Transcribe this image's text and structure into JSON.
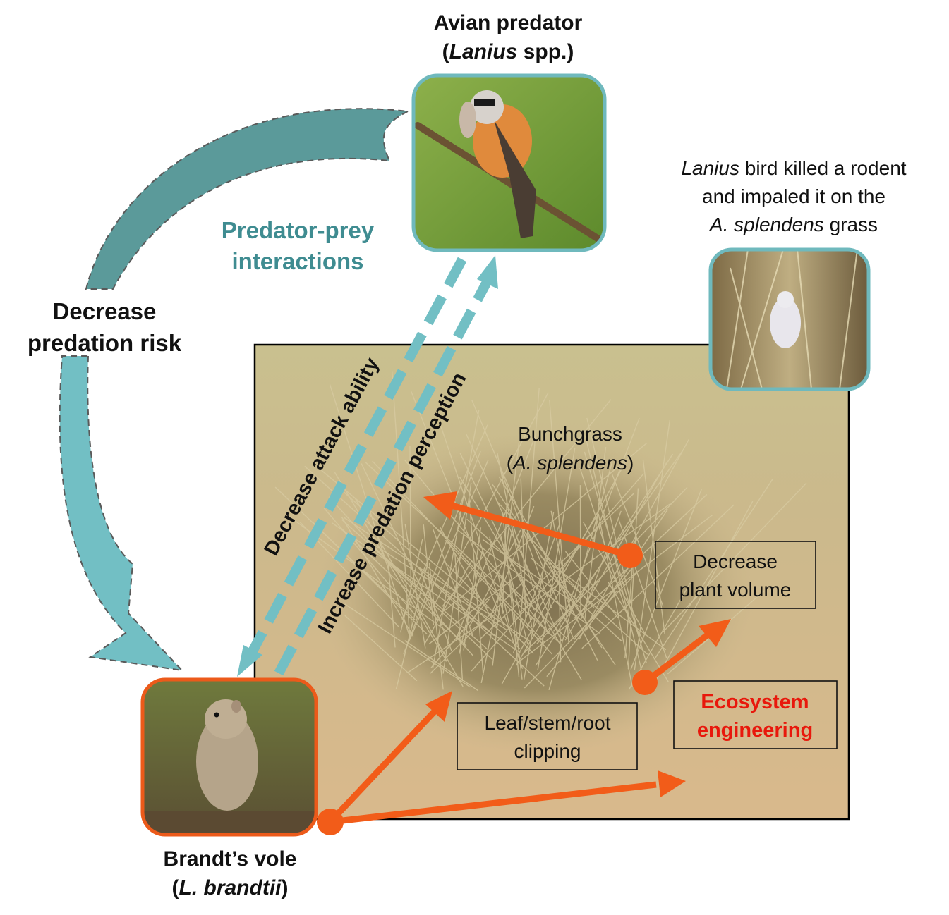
{
  "predator": {
    "title": "Avian predator",
    "genus": "Lanius",
    "suffix": " spp.)",
    "photo_icon": "shrike-with-prey-photo"
  },
  "prey": {
    "title": "Brandt’s vole",
    "species": "L. brandtii",
    "photo_icon": "vole-photo"
  },
  "impaled": {
    "line1_genus": "Lanius",
    "line1_rest": " bird killed a rodent",
    "line2": "and impaled it on the",
    "line3_species": "A. splendens",
    "line3_rest": " grass",
    "photo_icon": "impaled-rodent-photo"
  },
  "bunchgrass": {
    "line1": "Bunchgrass",
    "species": "A. splendens"
  },
  "labels": {
    "predator_prey_1": "Predator-prey",
    "predator_prey_2": "interactions",
    "decrease_risk_1": "Decrease",
    "decrease_risk_2": "predation risk",
    "decrease_attack": "Decrease attack ability",
    "increase_perception": "Increase predation perception"
  },
  "boxes": {
    "plant_volume_1": "Decrease",
    "plant_volume_2": "plant volume",
    "clipping_1": "Leaf/stem/root",
    "clipping_2": "clipping",
    "engineering_1": "Ecosystem",
    "engineering_2": "engineering"
  },
  "colors": {
    "teal_dark": "#5b9a9a",
    "teal_light": "#72bfc4",
    "orange": "#f25c19",
    "red_text": "#e8180c",
    "teal_text": "#3f8c91",
    "photo_border_teal": "#6fb9bd",
    "photo_border_orange": "#ec5a1a"
  }
}
